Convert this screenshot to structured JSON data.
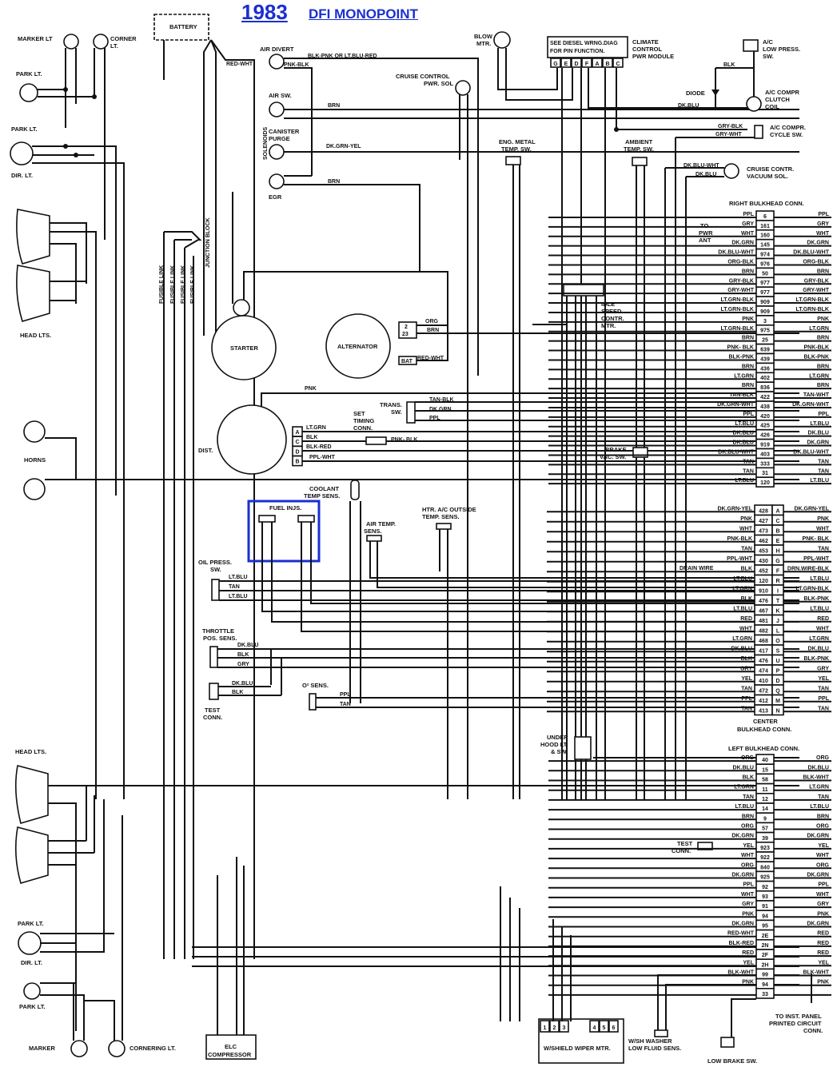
{
  "header": {
    "year": "1983",
    "subtitle": "DFI MONOPOINT"
  },
  "highlight_color": "#1a2fd1",
  "components": {
    "battery": "BATTERY",
    "marker_lt": "MARKER LT",
    "corner_lt": [
      "CORNER",
      "LT."
    ],
    "park_lt": "PARK LT.",
    "dir_lt": "DIR. LT.",
    "head_lts": "HEAD LTS.",
    "horns": "HORNS",
    "air_divert": "AIR DIVERT",
    "air_sw": "AIR SW.",
    "canister_purge": [
      "CANISTER",
      "PURGE"
    ],
    "egr": "EGR",
    "solenoids": "SOLENOIDS",
    "cruise_pwr_sol": [
      "CRUISE CONTROL",
      "PWR. SOL"
    ],
    "blow_mtr": [
      "BLOW",
      "MTR."
    ],
    "diesel_note": [
      "SEE DIESEL WRNG.DIAG",
      "FOR PIN FUNCTION."
    ],
    "climate_module": [
      "CLIMATE",
      "CONTROL",
      "PWR MODULE"
    ],
    "climate_pins": [
      "G",
      "E",
      "D",
      "F",
      "A",
      "B",
      "C"
    ],
    "ac_low_press": [
      "A/C",
      "LOW PRESS.",
      "SW."
    ],
    "diode": "DIODE",
    "ac_clutch": [
      "A/C COMPR",
      "CLUTCH",
      "COIL"
    ],
    "ac_cycle": [
      "A/C COMPR.",
      "CYCLE SW."
    ],
    "eng_metal_temp": [
      "ENG. METAL",
      "TEMP. SW."
    ],
    "ambient_temp": [
      "AMBIENT",
      "TEMP. SW."
    ],
    "cruise_vac_sol": [
      "CRUISE CONTR.",
      "VACUUM SOL."
    ],
    "junction_block": "JUNCTION BLOCK",
    "fusible_link": "FUSIBLE LINK",
    "starter": "STARTER",
    "alternator": "ALTERNATOR",
    "alt_pins": [
      "2",
      "23",
      "BAT"
    ],
    "idle_speed": [
      "IDLE",
      "SPEED",
      "CONTR.",
      "MTR."
    ],
    "dist": "DIST.",
    "dist_pins": [
      "A",
      "C",
      "D",
      "B"
    ],
    "set_timing": [
      "SET",
      "TIMING",
      "CONN."
    ],
    "trans_sw": [
      "TRANS.",
      "SW."
    ],
    "brake_vac": [
      "BRAKE",
      "VAC. SW."
    ],
    "coolant_temp": [
      "COOLANT",
      "TEMP SENS."
    ],
    "fuel_injs": "FUEL INJS.",
    "air_temp": [
      "AIR TEMP.",
      "SENS."
    ],
    "outside_temp": [
      "HTR. A/C OUTSIDE",
      "TEMP. SENS."
    ],
    "oil_press": [
      "OIL PRESS.",
      "SW."
    ],
    "throttle_pos": [
      "THROTTLE",
      "POS. SENS."
    ],
    "test_conn": [
      "TEST",
      "CONN."
    ],
    "o2_sens": "O² SENS.",
    "under_hood": [
      "UNDER",
      "HOOD LT.",
      "& SW."
    ],
    "elc_compressor": [
      "ELC",
      "COMPRESSOR"
    ],
    "wiper_mtr": "W/SHIELD WIPER MTR.",
    "wiper_pins": [
      "1",
      "2",
      "3",
      "4",
      "5",
      "6"
    ],
    "washer_sens": [
      "W/SH WASHER",
      "LOW FLUID SENS."
    ],
    "low_brake": "LOW BRAKE SW.",
    "to_inst_panel": [
      "TO INST. PANEL",
      "PRINTED CIRCUIT",
      "CONN."
    ],
    "to_pwr_ant": [
      "TO",
      "PWR",
      "ANT"
    ],
    "drain_wire": "DRAIN WIRE",
    "cornering_lt": "CORNERING LT.",
    "marker": "MARKER"
  },
  "wire_labels": {
    "air_divert": "BLK-PNK OR LT.BLU-RED",
    "red_wht": "RED-WHT",
    "pnk_blk": "PNK-BLK",
    "brn": "BRN",
    "dk_grn_yel": "DK.GRN-YEL",
    "pnk": "PNK",
    "dk_blu": "DK.BLU",
    "gry_blk": "GRY-BLK",
    "gry_wht": "GRY-WHT",
    "dk_blu_wht": "DK.BLU-WHT",
    "blk": "BLK",
    "org": "ORG",
    "lt_grn": "LT.GRN",
    "tan": "TAN",
    "lt_blu": "LT.BLU",
    "blk_red": "BLK-RED",
    "ppl_wht": "PPL-WHT",
    "pnk_blk2": "PNK- BLK",
    "tan_blk": "TAN-BLK",
    "dk_grn": "DK.GRN",
    "ppl": "PPL",
    "gry": "GRY",
    "yel": "YEL",
    "red": "RED",
    "wht": "WHT"
  },
  "bulkheads": {
    "right": {
      "title": "RIGHT BULKHEAD CONN.",
      "rows": [
        {
          "left": "PPL",
          "pin": "6",
          "right": "PPL"
        },
        {
          "left": "GRY",
          "pin": "161",
          "right": "GRY"
        },
        {
          "left": "WHT",
          "pin": "160",
          "right": "WHT"
        },
        {
          "left": "DK.GRN",
          "pin": "145",
          "right": "DK.GRN"
        },
        {
          "left": "DK.BLU-WHT",
          "pin": "974",
          "right": "DK.BLU-WHT"
        },
        {
          "left": "ORG-BLK",
          "pin": "976",
          "right": "ORG-BLK"
        },
        {
          "left": "BRN",
          "pin": "50",
          "right": "BRN"
        },
        {
          "left": "GRY-BLK",
          "pin": "977",
          "right": "GRY-BLK"
        },
        {
          "left": "GRY-WHT",
          "pin": "977",
          "right": "GRY-WHT"
        },
        {
          "left": "LT.GRN-BLK",
          "pin": "909",
          "right": "LT.GRN-BLK"
        },
        {
          "left": "LT.GRN-BLK",
          "pin": "909",
          "right": "LT.GRN-BLK"
        },
        {
          "left": "PNK",
          "pin": "3",
          "right": "PNK"
        },
        {
          "left": "LT.GRN-BLK",
          "pin": "975",
          "right": "LT.GRN"
        },
        {
          "left": "BRN",
          "pin": "25",
          "right": "BRN"
        },
        {
          "left": "PNK- BLK",
          "pin": "639",
          "right": "PNK-BLK"
        },
        {
          "left": "BLK-PNK",
          "pin": "439",
          "right": "BLK-PNK"
        },
        {
          "left": "BRN",
          "pin": "436",
          "right": "BRN"
        },
        {
          "left": "LT.GRN",
          "pin": "402",
          "right": "LT.GRN"
        },
        {
          "left": "BRN",
          "pin": "836",
          "right": "BRN"
        },
        {
          "left": "TAN-BLK",
          "pin": "422",
          "right": "TAN-WHT"
        },
        {
          "left": "DK.GRN-WHT",
          "pin": "438",
          "right": "DK.GRN-WHT"
        },
        {
          "left": "PPL",
          "pin": "420",
          "right": "PPL"
        },
        {
          "left": "LT.BLU",
          "pin": "425",
          "right": "LT.BLU"
        },
        {
          "left": "DK.BLU",
          "pin": "426",
          "right": "DK.BLU"
        },
        {
          "left": "DK.BLU",
          "pin": "919",
          "right": "DK.GRN"
        },
        {
          "left": "DK.BLU-WHT",
          "pin": "403",
          "right": "DK.BLU-WHT"
        },
        {
          "left": "TAN",
          "pin": "333",
          "right": "TAN"
        },
        {
          "left": "TAN",
          "pin": "31",
          "right": "TAN"
        },
        {
          "left": "LT.BLU",
          "pin": "120",
          "right": "LT.BLU"
        }
      ]
    },
    "center": {
      "title": [
        "CENTER",
        "BULKHEAD CONN."
      ],
      "rows": [
        {
          "left": "DK.GRN-YEL",
          "pin": "428",
          "letter": "A",
          "right": "DK.GRN-YEL"
        },
        {
          "left": "PNK",
          "pin": "427",
          "letter": "C",
          "right": "PNK"
        },
        {
          "left": "WHT",
          "pin": "473",
          "letter": "B",
          "right": "WHT"
        },
        {
          "left": "PNK-BLK",
          "pin": "462",
          "letter": "E",
          "right": "PNK- BLK"
        },
        {
          "left": "TAN",
          "pin": "453",
          "letter": "H",
          "right": "TAN"
        },
        {
          "left": "PPL-WHT",
          "pin": "430",
          "letter": "G",
          "right": "PPL-WHT"
        },
        {
          "left": "BLK",
          "pin": "452",
          "letter": "F",
          "right": "DRN.WIRE-BLK"
        },
        {
          "left": "LT.BLU",
          "pin": "120",
          "letter": "R",
          "right": "LT.BLU"
        },
        {
          "left": "LT.GRN",
          "pin": "910",
          "letter": "I",
          "right": "LT.GRN-BLK"
        },
        {
          "left": "BLK",
          "pin": "476",
          "letter": "T",
          "right": "BLK-PNK"
        },
        {
          "left": "LT.BLU",
          "pin": "467",
          "letter": "K",
          "right": "LT.BLU"
        },
        {
          "left": "RED",
          "pin": "481",
          "letter": "J",
          "right": "RED"
        },
        {
          "left": "WHT",
          "pin": "482",
          "letter": "L",
          "right": "WHT"
        },
        {
          "left": "LT.GRN",
          "pin": "468",
          "letter": "O",
          "right": "LT.GRN"
        },
        {
          "left": "DK.BLU",
          "pin": "417",
          "letter": "S",
          "right": "DK.BLU"
        },
        {
          "left": "BLK",
          "pin": "476",
          "letter": "U",
          "right": "BLK-PNK"
        },
        {
          "left": "GRY",
          "pin": "474",
          "letter": "P",
          "right": "GRY"
        },
        {
          "left": "YEL",
          "pin": "410",
          "letter": "D",
          "right": "YEL"
        },
        {
          "left": "TAN",
          "pin": "472",
          "letter": "Q",
          "right": "TAN"
        },
        {
          "left": "PPL",
          "pin": "412",
          "letter": "M",
          "right": "PPL"
        },
        {
          "left": "TAN",
          "pin": "413",
          "letter": "N",
          "right": "TAN"
        }
      ]
    },
    "left": {
      "title": "LEFT BULKHEAD CONN.",
      "rows": [
        {
          "left": "ORG",
          "pin": "40",
          "right": "ORG"
        },
        {
          "left": "DK.BLU",
          "pin": "15",
          "right": "DK.BLU"
        },
        {
          "left": "BLK",
          "pin": "58",
          "right": "BLK-WHT"
        },
        {
          "left": "LT.GRN",
          "pin": "11",
          "right": "LT.GRN"
        },
        {
          "left": "TAN",
          "pin": "12",
          "right": "TAN"
        },
        {
          "left": "LT.BLU",
          "pin": "14",
          "right": "LT.BLU"
        },
        {
          "left": "BRN",
          "pin": "9",
          "right": "BRN"
        },
        {
          "left": "ORG",
          "pin": "57",
          "right": "ORG"
        },
        {
          "left": "DK.GRN",
          "pin": "39",
          "right": "DK.GRN"
        },
        {
          "left": "YEL",
          "pin": "923",
          "right": "YEL"
        },
        {
          "left": "WHT",
          "pin": "922",
          "right": "WHT"
        },
        {
          "left": "ORG",
          "pin": "840",
          "right": "ORG"
        },
        {
          "left": "DK.GRN",
          "pin": "925",
          "right": "DK.GRN"
        },
        {
          "left": "PPL",
          "pin": "92",
          "right": "PPL"
        },
        {
          "left": "WHT",
          "pin": "93",
          "right": "WHT"
        },
        {
          "left": "GRY",
          "pin": "91",
          "right": "GRY"
        },
        {
          "left": "PNK",
          "pin": "94",
          "right": "PNK"
        },
        {
          "left": "DK.GRN",
          "pin": "95",
          "right": "DK.GRN"
        },
        {
          "left": "RED-WHT",
          "pin": "2E",
          "right": "RED"
        },
        {
          "left": "BLK-RED",
          "pin": "2N",
          "right": "RED"
        },
        {
          "left": "RED",
          "pin": "2F",
          "right": "RED"
        },
        {
          "left": "YEL",
          "pin": "2H",
          "right": "YEL"
        },
        {
          "left": "BLK-WHT",
          "pin": "99",
          "right": "BLK-WHT"
        },
        {
          "left": "PNK",
          "pin": "94",
          "right": "PNK"
        },
        {
          "left": "",
          "pin": "33",
          "right": ""
        }
      ]
    }
  }
}
